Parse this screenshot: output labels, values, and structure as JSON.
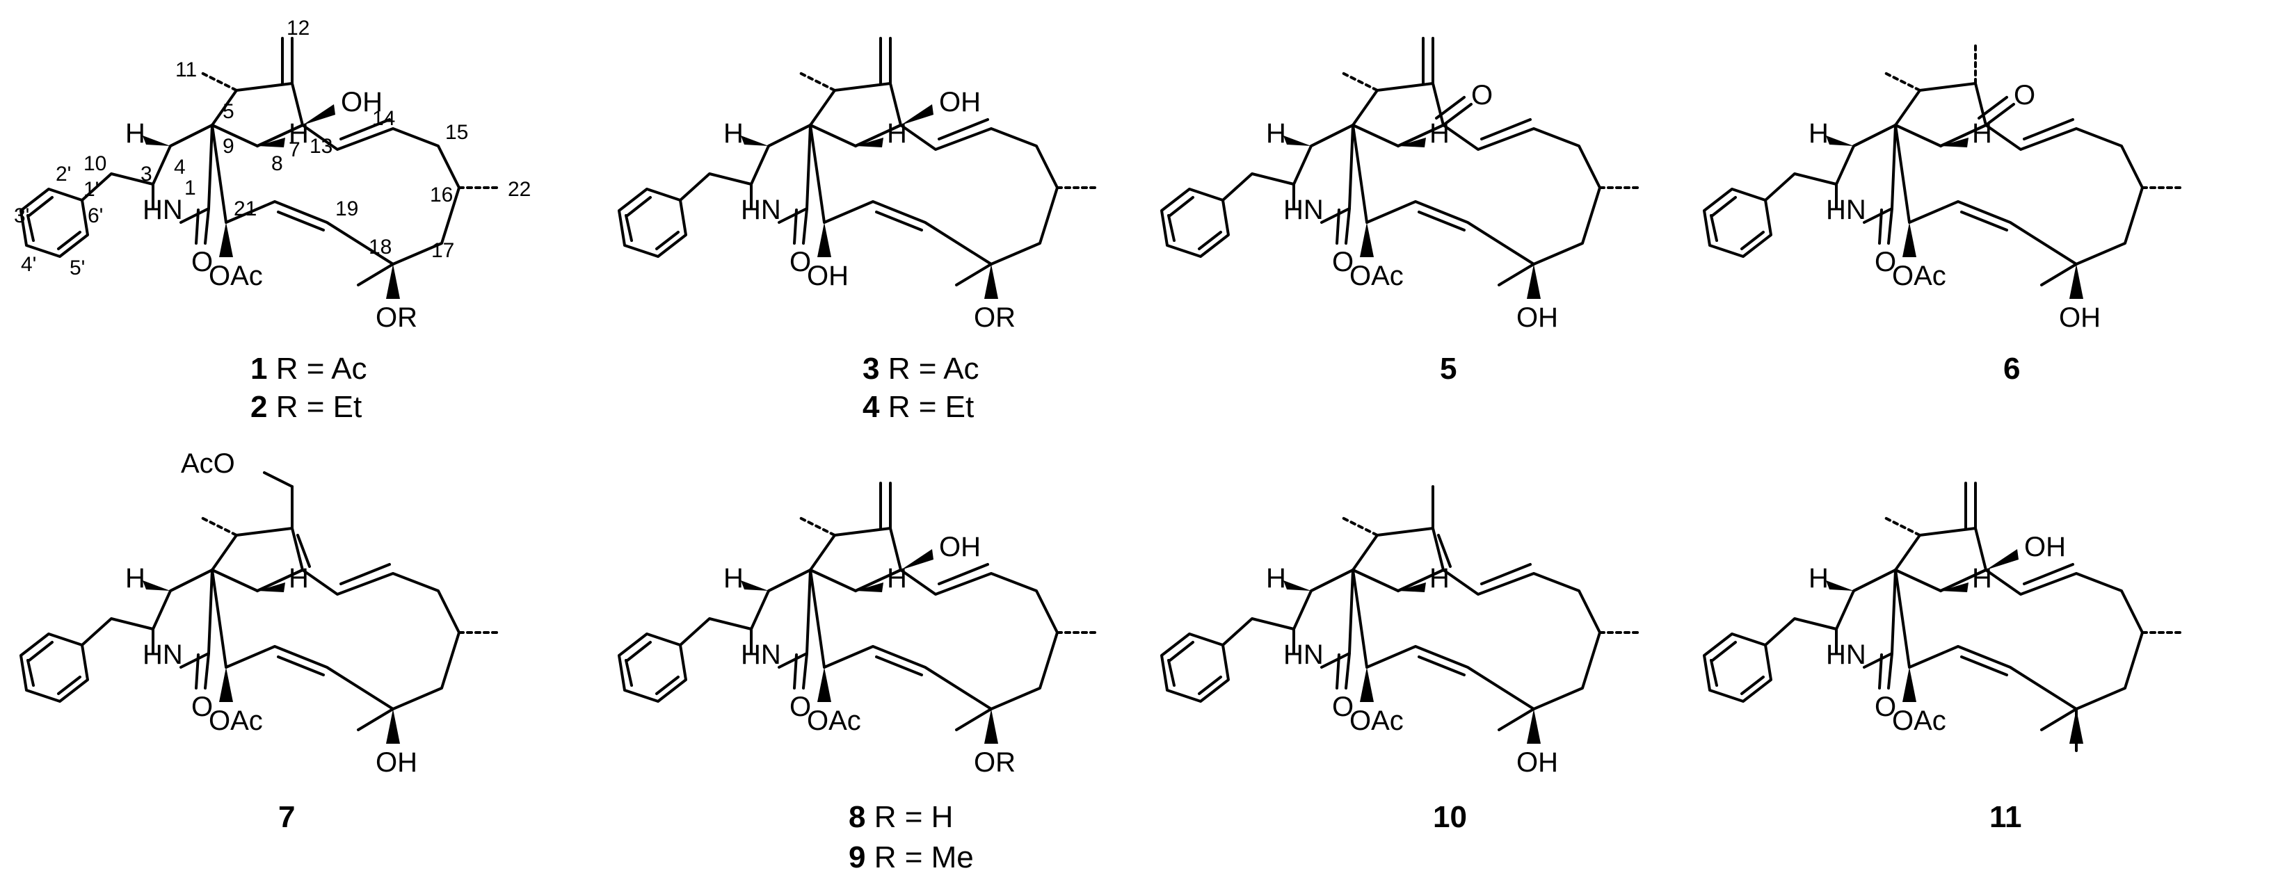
{
  "atom_labels": {
    "oh": "OH",
    "hn": "HN",
    "o": "O",
    "oac": "OAc",
    "h": "H",
    "or": "OR",
    "aco": "AcO"
  },
  "locants": [
    "12",
    "11",
    "5",
    "7",
    "10",
    "3",
    "4",
    "9",
    "8",
    "2'",
    "1'",
    "3'",
    "6'",
    "4'",
    "5'",
    "1",
    "21",
    "13",
    "14",
    "15",
    "16",
    "22",
    "19",
    "18",
    "17"
  ],
  "captions": {
    "c1": {
      "num": "1",
      "text": " R = Ac"
    },
    "c2": {
      "num": "2",
      "text": " R = Et"
    },
    "c3": {
      "num": "3",
      "text": " R = Ac"
    },
    "c4": {
      "num": "4",
      "text": " R = Et"
    },
    "c5": {
      "num": "5"
    },
    "c6": {
      "num": "6"
    },
    "c7": {
      "num": "7"
    },
    "c8": {
      "num": "8",
      "text": " R = H"
    },
    "c9": {
      "num": "9",
      "text": " R = Me"
    },
    "c10": {
      "num": "10"
    },
    "c11": {
      "num": "11"
    }
  }
}
